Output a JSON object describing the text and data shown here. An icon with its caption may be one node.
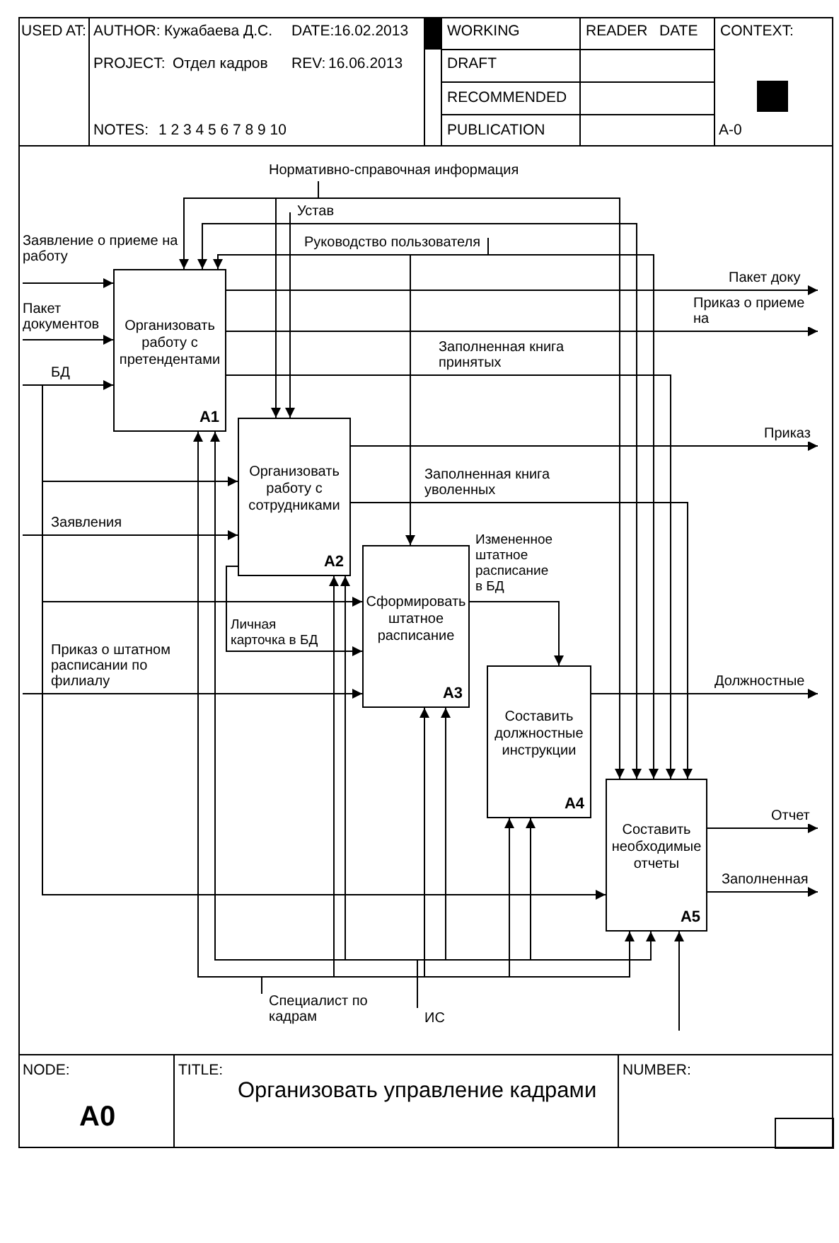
{
  "diagram": {
    "title": "Организовать управление кадрами",
    "nodes": [
      {
        "text": [
          "Организовать работу с претендентами",
          "A1"
        ]
      },
      {
        "text": [
          "Организовать работу с сотрудниками",
          "A2"
        ]
      },
      {
        "text": [
          "Сформировать штатное расписание",
          "A3"
        ]
      },
      {
        "text": [
          "Составить должностные инструкции",
          "A4"
        ]
      },
      {
        "text": [
          "Составить необходимые отчеты",
          "A5"
        ]
      }
    ],
    "edges": [
      {
        "from": null,
        "to": 0,
        "arrow": "to",
        "label": "Нормативно-справочная информация"
      },
      {
        "from": null,
        "to": 1,
        "arrow": "to"
      },
      {
        "from": null,
        "to": 4,
        "arrow": "to"
      },
      {
        "from": null,
        "to": 0,
        "arrow": "to",
        "label": "Устав"
      },
      {
        "from": null,
        "to": 1,
        "arrow": "to"
      },
      {
        "from": null,
        "to": 4,
        "arrow": "to"
      },
      {
        "from": null,
        "to": 0,
        "arrow": "to",
        "label": "Руководство пользователя"
      },
      {
        "from": null,
        "to": 2,
        "arrow": "to"
      },
      {
        "from": null,
        "to": 4,
        "arrow": "to"
      },
      {
        "from": 0,
        "to": null,
        "arrow": "to",
        "label": "Пакет доку"
      },
      {
        "from": 0,
        "to": null,
        "arrow": "to",
        "label": "Приказ о приеме на"
      },
      {
        "from": 0,
        "to": 4,
        "arrow": "to",
        "label": "Заполненная книга принятых"
      },
      {
        "from": 1,
        "to": null,
        "arrow": "to",
        "label": "Приказ"
      },
      {
        "from": 1,
        "to": 4,
        "arrow": "to",
        "label": "Заполненная книга уволенных"
      },
      {
        "from": 1,
        "to": 2,
        "arrow": "to",
        "label": "Личная карточка в БД"
      },
      {
        "from": null,
        "to": 0,
        "arrow": "to",
        "label": "Заявление о приеме на работу"
      },
      {
        "from": null,
        "to": 0,
        "arrow": "to",
        "label": "Пакет документов"
      },
      {
        "from": null,
        "to": 0,
        "arrow": "to",
        "label": "БД"
      },
      {
        "from": null,
        "to": 1,
        "arrow": "to"
      },
      {
        "from": null,
        "to": 2,
        "arrow": "to"
      },
      {
        "from": null,
        "to": 4,
        "arrow": "to"
      },
      {
        "from": null,
        "to": 1,
        "arrow": "to",
        "label": "Заявления"
      },
      {
        "from": null,
        "to": 2,
        "arrow": "to",
        "label": "Приказ о штатном расписании по филиалу"
      },
      {
        "from": null,
        "to": 0,
        "arrow": "to",
        "label": "Специалист по кадрам"
      },
      {
        "from": null,
        "to": 1,
        "arrow": "to"
      },
      {
        "from": null,
        "to": 2,
        "arrow": "to"
      },
      {
        "from": null,
        "to": 3,
        "arrow": "to"
      },
      {
        "from": null,
        "to": 4,
        "arrow": "to"
      },
      {
        "from": null,
        "to": 0,
        "arrow": "to",
        "label": "ИС"
      },
      {
        "from": null,
        "to": 1,
        "arrow": "to"
      },
      {
        "from": null,
        "to": 2,
        "arrow": "to"
      },
      {
        "from": null,
        "to": 3,
        "arrow": "to"
      },
      {
        "from": null,
        "to": 4,
        "arrow": "to"
      },
      {
        "from": null,
        "to": 4,
        "arrow": "to"
      },
      {
        "from": 3,
        "to": null,
        "arrow": "to",
        "label": "Должностные"
      },
      {
        "from": 4,
        "to": null,
        "arrow": "to",
        "label": "Отчет"
      },
      {
        "from": 4,
        "to": null,
        "arrow": "to",
        "label": "Заполненная"
      },
      {
        "from": 2,
        "to": 3,
        "arrow": "to",
        "label": "Измененное штатное расписание в БД"
      }
    ],
    "labels": [
      "USED AT:",
      "AUTHOR:",
      "Кужабаева Д.С.",
      "DATE:",
      "16.02.2013",
      "WORKING",
      "READER",
      "DATE",
      "CONTEXT:",
      "PROJECT:",
      "Отдел кадров",
      "REV:",
      "16.06.2013",
      "DRAFT",
      "RECOMMENDED",
      "NOTES:",
      "1 2 3 4 5 6 7 8 9 10",
      "PUBLICATION",
      "A-0",
      "NODE:",
      "A0",
      "TITLE:",
      "NUMBER:"
    ]
  }
}
